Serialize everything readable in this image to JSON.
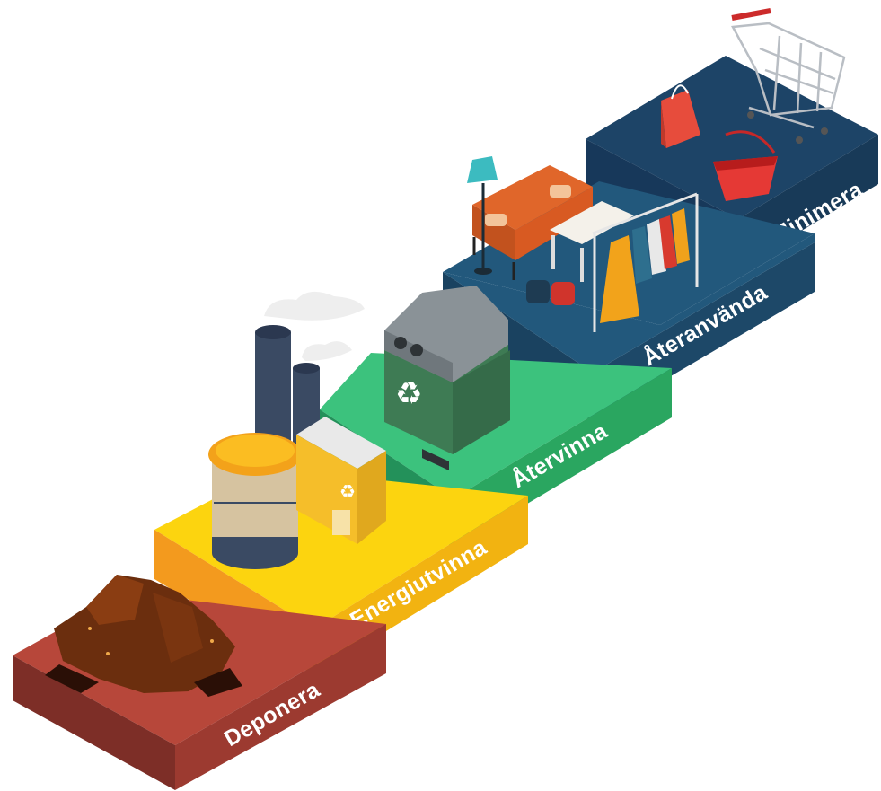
{
  "steps": [
    {
      "label": "Deponera",
      "colors": {
        "top": "#b7473a",
        "front": "#7d2e27",
        "right": "#9c3a30"
      },
      "icon": "landfill-waste-pile-icon"
    },
    {
      "label": "Energiutvinna",
      "colors": {
        "top": "#fcd40f",
        "front": "#f39a1e",
        "right": "#f2b311"
      },
      "icon": "incinerator-plant-icon"
    },
    {
      "label": "Återvinna",
      "colors": {
        "top": "#3cc27d",
        "front": "#2aa660",
        "right": "#23915a"
      },
      "icon": "recycling-container-icon"
    },
    {
      "label": "Återanvända",
      "colors": {
        "top": "#22587c",
        "front": "#1d4868",
        "right": "#193f5b"
      },
      "icon": "second-hand-furniture-clothes-icon"
    },
    {
      "label": "Minimera",
      "colors": {
        "top": "#1d4467",
        "front": "#183a58",
        "right": "#14324c"
      },
      "icon": "shopping-cart-bags-icon"
    }
  ]
}
